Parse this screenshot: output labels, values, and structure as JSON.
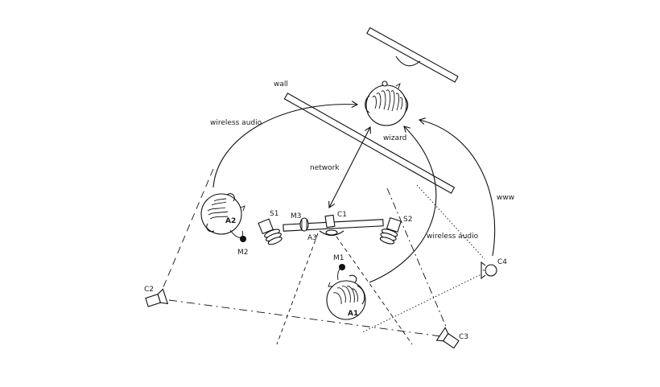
{
  "labels": {
    "wall": "wall",
    "wireless_audio_top": "wireless audio",
    "wireless_audio_right": "wireless audio",
    "wizard": "wizard",
    "network": "network",
    "www": "www",
    "a1": "A1",
    "a2": "A2",
    "a3": "A3",
    "c1": "C1",
    "c2": "C2",
    "c3": "C3",
    "c4": "C4",
    "s1": "S1",
    "s2": "S2",
    "m1": "M1",
    "m2": "M2",
    "m3": "M3"
  },
  "colors": {
    "ink": "#111111",
    "background": "#ffffff"
  }
}
